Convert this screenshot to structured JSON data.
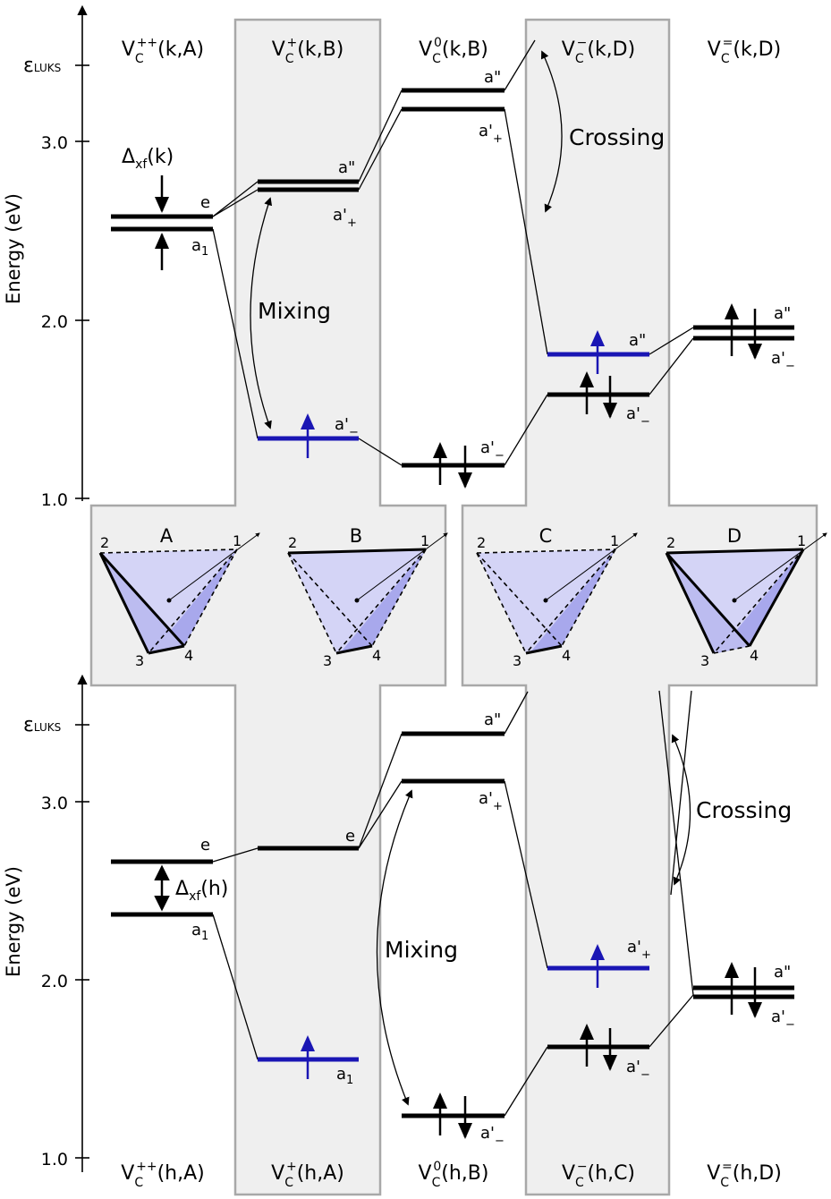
{
  "axis": {
    "ylabel": "Energy (eV)",
    "ticks": [
      "3.0",
      "2.0",
      "1.0"
    ],
    "eps_label": "ε",
    "eps_sub": "LUKS"
  },
  "top": {
    "states": [
      {
        "base": "V",
        "sub": "C",
        "sup": "++",
        "args": "(k,A)"
      },
      {
        "base": "V",
        "sub": "C",
        "sup": "+",
        "args": "(k,B)"
      },
      {
        "base": "V",
        "sub": "C",
        "sup": "0",
        "args": "(k,B)"
      },
      {
        "base": "V",
        "sub": "C",
        "sup": "−",
        "args": "(k,D)"
      },
      {
        "base": "V",
        "sub": "C",
        "sup": "=",
        "args": "(k,D)"
      }
    ],
    "delta": {
      "sym": "Δ",
      "sub": "xf",
      "arg": "(k)"
    },
    "mixing": "Mixing",
    "crossing": "Crossing",
    "levels": {
      "a_e": "e",
      "a_a1": "a1",
      "b_app": "a\"",
      "b_ap": "a'+",
      "b_am": "a'−",
      "c_app": "a\"",
      "c_ap": "a'+",
      "c_am": "a'−",
      "d_app": "a\"",
      "d_am": "a'−",
      "e_app": "a\"",
      "e_am": "a'−"
    }
  },
  "bottom": {
    "states": [
      {
        "base": "V",
        "sub": "C",
        "sup": "++",
        "args": "(h,A)"
      },
      {
        "base": "V",
        "sub": "C",
        "sup": "+",
        "args": "(h,A)"
      },
      {
        "base": "V",
        "sub": "C",
        "sup": "0",
        "args": "(h,B)"
      },
      {
        "base": "V",
        "sub": "C",
        "sup": "−",
        "args": "(h,C)"
      },
      {
        "base": "V",
        "sub": "C",
        "sup": "=",
        "args": "(h,D)"
      }
    ],
    "delta": {
      "sym": "Δ",
      "sub": "xf",
      "arg": "(h)"
    },
    "mixing": "Mixing",
    "crossing": "Crossing",
    "levels": {
      "a_e": "e",
      "a_a1": "a1",
      "b_e": "e",
      "b_a1": "a1",
      "c_app": "a\"",
      "c_ap": "a'+",
      "c_am": "a'−",
      "d_ap": "a'+",
      "d_am": "a'−",
      "e_app": "a\"",
      "e_am": "a'−"
    }
  },
  "structures": [
    {
      "label": "A",
      "v": [
        "1",
        "2",
        "3",
        "4"
      ]
    },
    {
      "label": "B",
      "v": [
        "1",
        "2",
        "3",
        "4"
      ]
    },
    {
      "label": "C",
      "v": [
        "1",
        "2",
        "3",
        "4"
      ]
    },
    {
      "label": "D",
      "v": [
        "1",
        "2",
        "3",
        "4"
      ]
    }
  ],
  "colors": {
    "occupied_blue": "#1a16b4",
    "panel": "#efefef",
    "panel_stroke": "#a8a8a8",
    "tri_light": "#d4d4f6",
    "tri_dark": "#a8a8ec"
  }
}
